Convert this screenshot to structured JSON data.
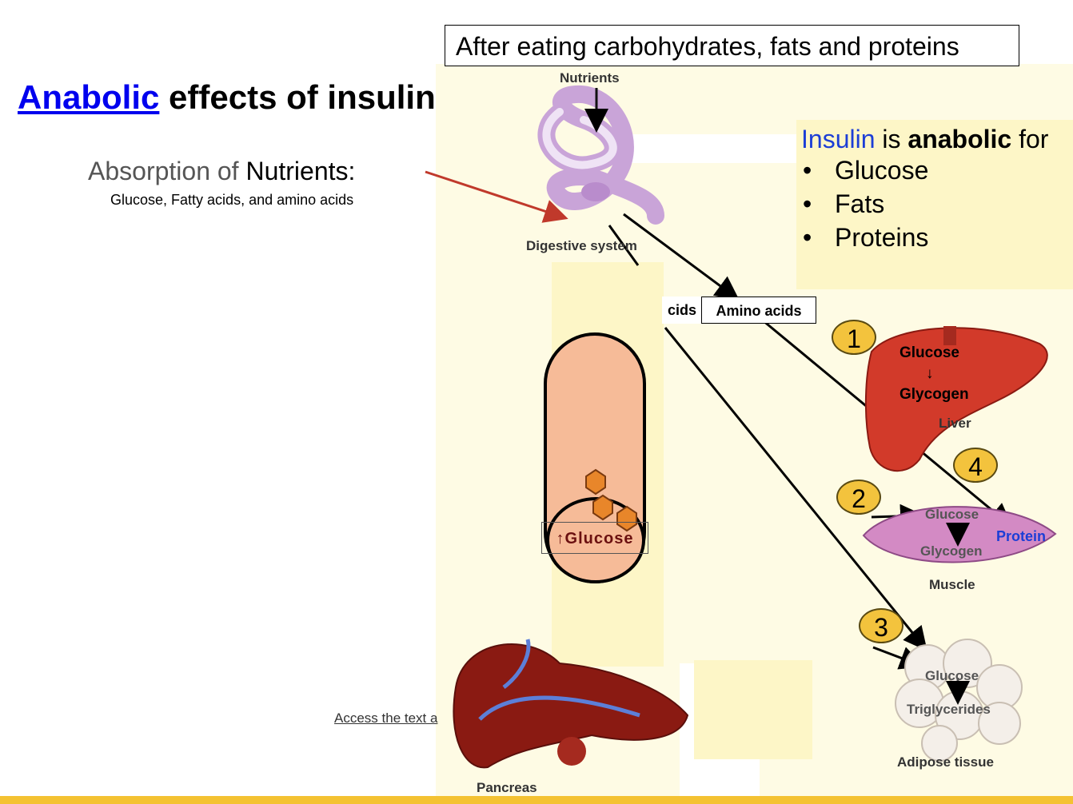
{
  "title": {
    "link_word": "Anabolic",
    "rest": " effects of insulin"
  },
  "top_box": "After eating carbohydrates, fats and proteins",
  "absorption": {
    "prefix": "Absorption of ",
    "word": "Nutrients:",
    "sub": "Glucose, Fatty acids, and amino acids"
  },
  "insulin_box": {
    "word_insulin": "Insulin",
    "word_is": " is ",
    "word_anabolic": "anabolic",
    "word_for": " for",
    "items": [
      "Glucose",
      "Fats",
      "Proteins"
    ],
    "bullet": "•"
  },
  "labels": {
    "nutrients": "Nutrients",
    "digestive": "Digestive system",
    "acids_chip": "cids",
    "amino_chip": "Amino acids",
    "liver_glucose": "Glucose",
    "liver_arrow": "↓",
    "liver_glycogen": "Glycogen",
    "liver": "Liver",
    "muscle_glucose": "Glucose",
    "muscle_glycogen": "Glycogen",
    "muscle": "Muscle",
    "protein": "Protein",
    "adipose_glucose": "Glucose",
    "adipose_trig": "Triglycerides",
    "adipose": "Adipose tissue",
    "pancreas": "Pancreas",
    "glucose_blood": "↑Glucose"
  },
  "badges": [
    "1",
    "2",
    "3",
    "4"
  ],
  "access_link": "Access the text a",
  "colors": {
    "link_blue": "#0000ee",
    "insulin_blue": "#1c3ed6",
    "protein_blue": "#1c3ed6",
    "badge_yellow": "#f3c33d",
    "panel": "#fefbe4",
    "insulin_panel": "#fdf6c7",
    "red_arrow": "#c0392b",
    "blood_vessel": "#f6bb98",
    "hexagon": "#e8862a",
    "footer_bar": "#f4c232"
  }
}
